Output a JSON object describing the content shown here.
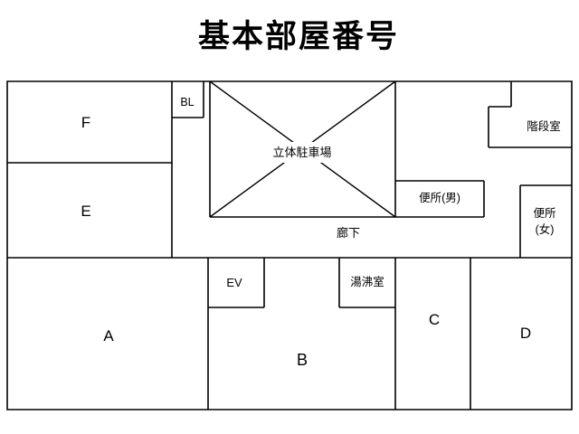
{
  "title": "基本部屋番号",
  "floor_plan": {
    "rooms": {
      "f": "F",
      "e": "E",
      "a": "A",
      "b": "B",
      "c": "C",
      "d": "D",
      "bl": "BL",
      "ev": "EV",
      "parking": "立体駐車場",
      "stairwell": "階段室",
      "toilet_men": "便所(男)",
      "toilet_women_line1": "便所",
      "toilet_women_line2": "(女)",
      "corridor": "廊下",
      "kitchenette": "湯沸室"
    },
    "colors": {
      "wall": "#000000",
      "background": "#ffffff"
    }
  }
}
